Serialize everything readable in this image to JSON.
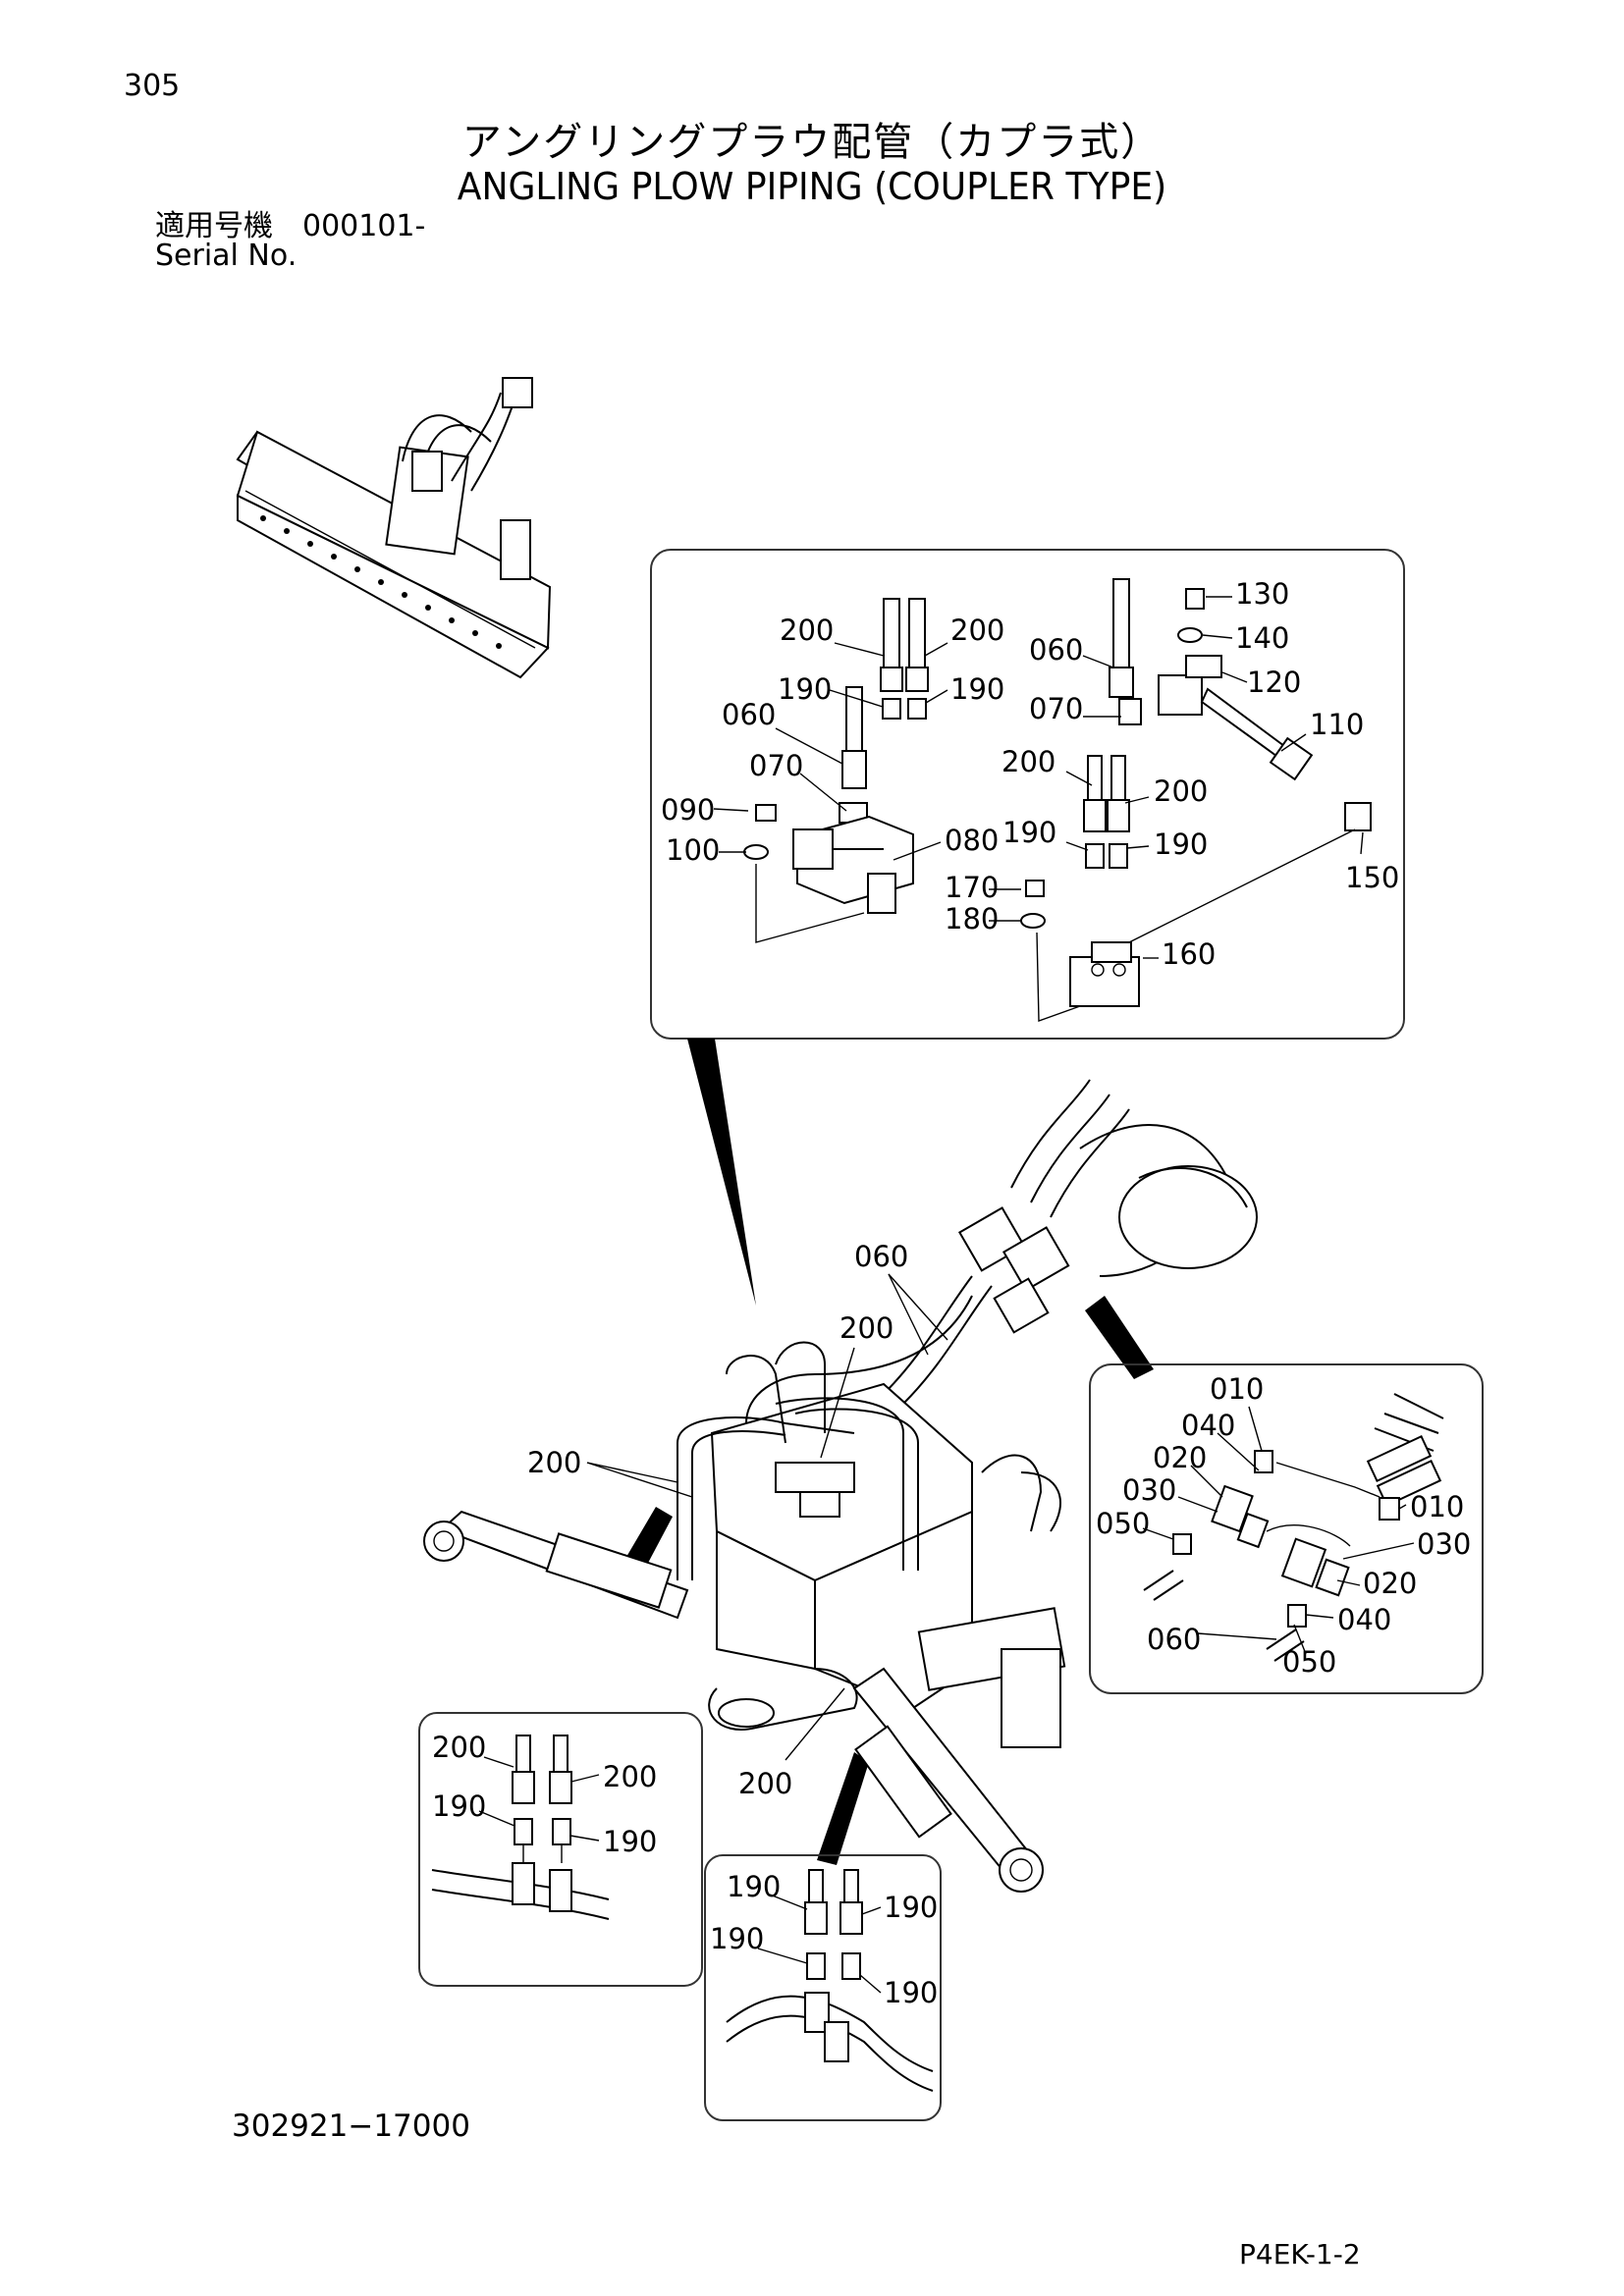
{
  "header": {
    "page_number": "305",
    "title_jp": "アングリングプラウ配管（カプラ式）",
    "title_en": "ANGLING PLOW PIPING (COUPLER TYPE)",
    "serial_label_jp": "適用号機　000101-",
    "serial_label_en": "Serial No."
  },
  "footer": {
    "drawing_number": "302921−17000",
    "page_code": "P4EK-1-2"
  },
  "callouts": {
    "top_detail": [
      "200",
      "200",
      "190",
      "190",
      "060",
      "070",
      "090",
      "100",
      "080",
      "170",
      "180",
      "060",
      "070",
      "130",
      "140",
      "120",
      "110",
      "200",
      "200",
      "190",
      "190",
      "150",
      "160"
    ],
    "main_view": [
      "060",
      "200",
      "200",
      "200"
    ],
    "coupler_detail": [
      "010",
      "040",
      "020",
      "030",
      "050",
      "010",
      "030",
      "020",
      "040",
      "060",
      "050"
    ],
    "left_detail": [
      "200",
      "200",
      "190",
      "190"
    ],
    "bottom_detail": [
      "190",
      "190",
      "190",
      "190"
    ]
  }
}
